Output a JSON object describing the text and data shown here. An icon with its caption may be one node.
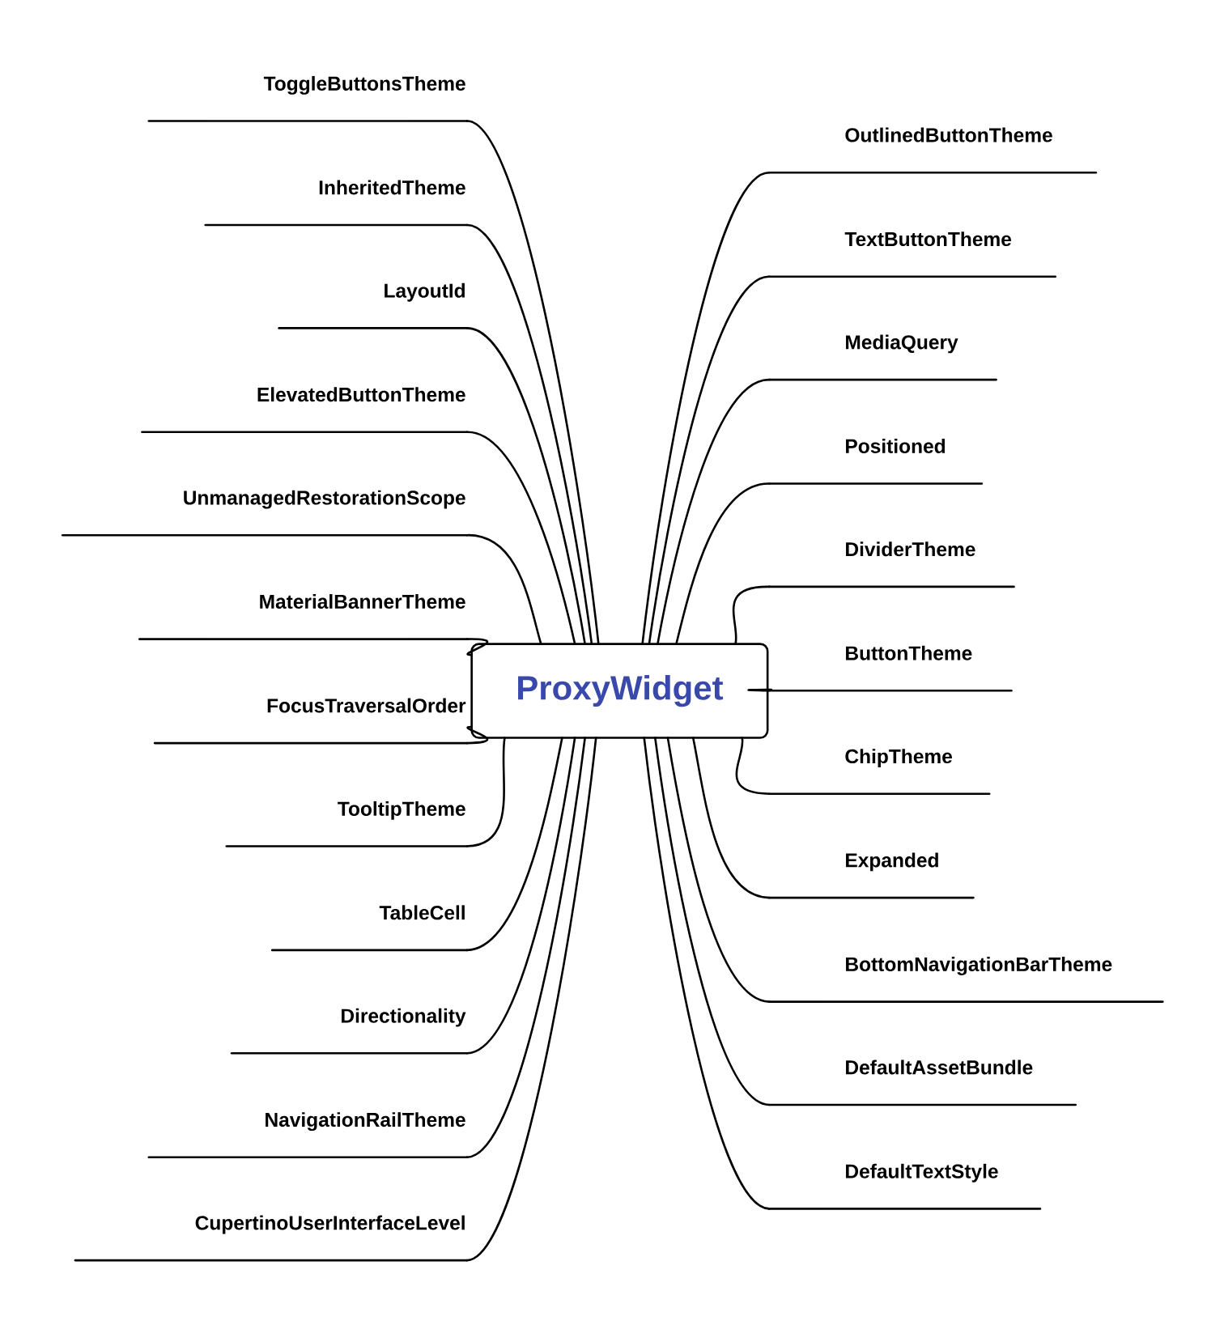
{
  "diagram": {
    "nodes": [
      {
        "text": [
          "ProxyWidget"
        ]
      },
      {
        "text": [
          "ToggleButtonsTheme"
        ]
      },
      {
        "text": [
          "InheritedTheme"
        ]
      },
      {
        "text": [
          "LayoutId"
        ]
      },
      {
        "text": [
          "ElevatedButtonTheme"
        ]
      },
      {
        "text": [
          "UnmanagedRestorationScope"
        ]
      },
      {
        "text": [
          "MaterialBannerTheme"
        ]
      },
      {
        "text": [
          "FocusTraversalOrder"
        ]
      },
      {
        "text": [
          "TooltipTheme"
        ]
      },
      {
        "text": [
          "TableCell"
        ]
      },
      {
        "text": [
          "Directionality"
        ]
      },
      {
        "text": [
          "NavigationRailTheme"
        ]
      },
      {
        "text": [
          "CupertinoUserInterfaceLevel"
        ]
      },
      {
        "text": [
          "OutlinedButtonTheme"
        ]
      },
      {
        "text": [
          "TextButtonTheme"
        ]
      },
      {
        "text": [
          "MediaQuery"
        ]
      },
      {
        "text": [
          "Positioned"
        ]
      },
      {
        "text": [
          "DividerTheme"
        ]
      },
      {
        "text": [
          "ButtonTheme"
        ]
      },
      {
        "text": [
          "ChipTheme"
        ]
      },
      {
        "text": [
          "Expanded"
        ]
      },
      {
        "text": [
          "BottomNavigationBarTheme"
        ]
      },
      {
        "text": [
          "DefaultAssetBundle"
        ]
      },
      {
        "text": [
          "DefaultTextStyle"
        ]
      }
    ],
    "edges": [
      {
        "from": 0,
        "to": 1,
        "arrow": "none"
      },
      {
        "from": 0,
        "to": 2,
        "arrow": "none"
      },
      {
        "from": 0,
        "to": 3,
        "arrow": "none"
      },
      {
        "from": 0,
        "to": 4,
        "arrow": "none"
      },
      {
        "from": 0,
        "to": 5,
        "arrow": "none"
      },
      {
        "from": 0,
        "to": 6,
        "arrow": "none"
      },
      {
        "from": 0,
        "to": 7,
        "arrow": "none"
      },
      {
        "from": 0,
        "to": 8,
        "arrow": "none"
      },
      {
        "from": 0,
        "to": 9,
        "arrow": "none"
      },
      {
        "from": 0,
        "to": 10,
        "arrow": "none"
      },
      {
        "from": 0,
        "to": 11,
        "arrow": "none"
      },
      {
        "from": 0,
        "to": 12,
        "arrow": "none"
      },
      {
        "from": 0,
        "to": 13,
        "arrow": "none"
      },
      {
        "from": 0,
        "to": 14,
        "arrow": "none"
      },
      {
        "from": 0,
        "to": 15,
        "arrow": "none"
      },
      {
        "from": 0,
        "to": 16,
        "arrow": "none"
      },
      {
        "from": 0,
        "to": 17,
        "arrow": "none"
      },
      {
        "from": 0,
        "to": 18,
        "arrow": "none"
      },
      {
        "from": 0,
        "to": 19,
        "arrow": "none"
      },
      {
        "from": 0,
        "to": 20,
        "arrow": "none"
      },
      {
        "from": 0,
        "to": 21,
        "arrow": "none"
      },
      {
        "from": 0,
        "to": 22,
        "arrow": "none"
      },
      {
        "from": 0,
        "to": 23,
        "arrow": "none"
      }
    ]
  }
}
